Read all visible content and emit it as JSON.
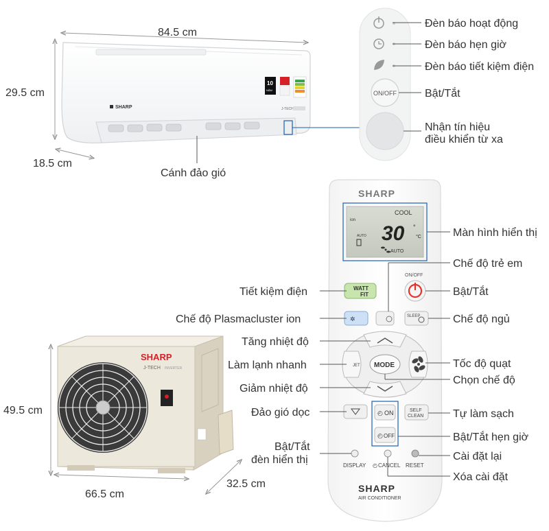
{
  "dimensions": {
    "indoor_width": "84.5 cm",
    "indoor_height": "29.5 cm",
    "indoor_depth": "18.5 cm",
    "outdoor_height": "49.5 cm",
    "outdoor_width": "66.5 cm",
    "outdoor_depth": "32.5 cm"
  },
  "indoor": {
    "brand": "SHARP",
    "badge_years": "10",
    "badge_unit": "NĂM",
    "series": "J-TECH",
    "louver_label": "Cánh đảo gió"
  },
  "panel": {
    "labels": [
      "Đèn báo hoạt động",
      "Đèn báo hẹn giờ",
      "Đèn báo tiết kiệm điện",
      "Bật/Tắt",
      "Nhận tín hiệu",
      "điều khiển từ xa"
    ],
    "onoff_button": "ON/OFF"
  },
  "remote": {
    "brand": "SHARP",
    "subtitle": "AIR CONDITIONER",
    "display": {
      "mode": "COOL",
      "temp": "30",
      "fan": "AUTO",
      "ion": "ion",
      "auto_small": "AUTO"
    },
    "buttons": {
      "onoff_top": "ON/OFF",
      "watt": "WATT",
      "fit": "FIT",
      "sleep": "SLEEP",
      "jet": "JET",
      "mode": "MODE",
      "on": "ON",
      "off": "OFF",
      "self": "SELF",
      "clean": "CLEAN",
      "display": "DISPLAY",
      "cancel": "CANCEL",
      "reset": "RESET"
    },
    "labels_left": [
      "Tiết kiệm điện",
      "Chế độ Plasmacluster ion",
      "Tăng nhiệt độ",
      "Làm lạnh nhanh",
      "Giảm nhiệt độ",
      "Đảo gió dọc",
      "Bật/Tắt",
      "đèn hiển thị"
    ],
    "labels_right": [
      "Màn hình hiển thị",
      "Chế độ trẻ em",
      "Bật/Tắt",
      "Chế độ ngủ",
      "Tốc độ quạt",
      "Chọn chế độ",
      "Tự làm sạch",
      "Bật/Tắt hẹn giờ",
      "Cài đặt lại",
      "Xóa cài đặt"
    ]
  },
  "outdoor": {
    "brand": "SHARP",
    "series": "J-TECH",
    "inverter": "INVERTER"
  }
}
